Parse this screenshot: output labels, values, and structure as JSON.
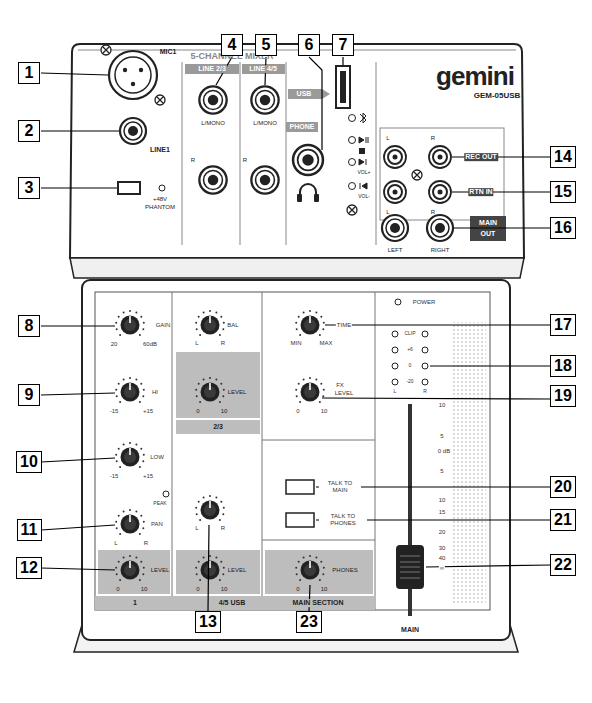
{
  "diagram": {
    "nodes": [
      {
        "text": [
          "1"
        ]
      },
      {
        "text": [
          "2"
        ]
      },
      {
        "text": [
          "3"
        ]
      },
      {
        "text": [
          "4"
        ]
      },
      {
        "text": [
          "5"
        ]
      },
      {
        "text": [
          "6"
        ]
      },
      {
        "text": [
          "7"
        ]
      },
      {
        "text": [
          "8"
        ]
      },
      {
        "text": [
          "9"
        ]
      },
      {
        "text": [
          "10"
        ]
      },
      {
        "text": [
          "11"
        ]
      },
      {
        "text": [
          "12"
        ]
      },
      {
        "text": [
          "13"
        ]
      },
      {
        "text": [
          "14"
        ]
      },
      {
        "text": [
          "15"
        ]
      },
      {
        "text": [
          "16"
        ]
      },
      {
        "text": [
          "17"
        ]
      },
      {
        "text": [
          "18"
        ]
      },
      {
        "text": [
          "19"
        ]
      },
      {
        "text": [
          "20"
        ]
      },
      {
        "text": [
          "21"
        ]
      },
      {
        "text": [
          "22"
        ]
      },
      {
        "text": [
          "23"
        ]
      }
    ],
    "labels": [
      "MIC1",
      "LINE1",
      "+48V",
      "PHANTOM",
      "5-CHANNEL MIXER",
      "LINE 2/3",
      "LINE 4/5",
      "L/MONO",
      "L/MONO",
      "R",
      "R",
      "USB",
      "PHONE",
      "VOL+",
      "VOL-",
      "gemini",
      "GEM-05USB",
      "L",
      "R",
      "REC OUT",
      "L",
      "R",
      "RTN IN",
      "LEFT",
      "RIGHT",
      "MAIN",
      "OUT",
      "GAIN",
      "20",
      "60dB",
      "HI",
      "-15",
      "+15",
      "LOW",
      "-15",
      "+15",
      "PEAK",
      "PAN",
      "L",
      "R",
      "LEVEL",
      "0",
      "10",
      "1",
      "BAL",
      "L",
      "R",
      "LEVEL",
      "0",
      "10",
      "2/3",
      "L",
      "R",
      "LEVEL",
      "0",
      "10",
      "4/5 USB",
      "TIME",
      "MIN",
      "MAX",
      "FX",
      "LEVEL",
      "0",
      "10",
      "TALK TO MAIN",
      "TALK TO PHONES",
      "PHONES",
      "0",
      "10",
      "MAIN SECTION",
      "POWER",
      "CLIP",
      "+6",
      "0",
      "-20",
      "L",
      "R",
      "10",
      "5",
      "0 dB",
      "5",
      "10",
      "15",
      "20",
      "30",
      "40",
      "∞",
      "MAIN"
    ]
  }
}
